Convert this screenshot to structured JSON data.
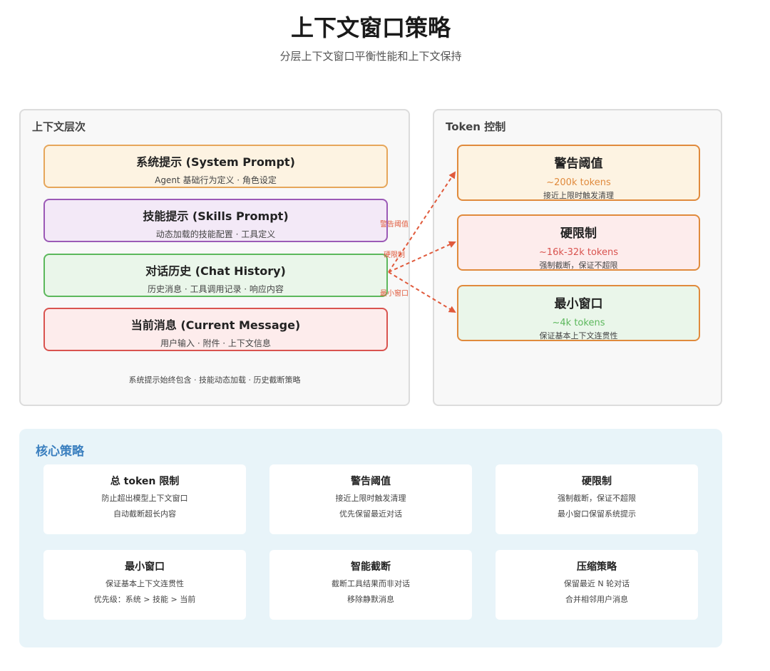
{
  "header": {
    "title": "上下文窗口策略",
    "subtitle": "分层上下文窗口平衡性能和上下文保持"
  },
  "left_panel": {
    "title": "上下文层次",
    "layers": [
      {
        "title": "系统提示 (System Prompt)",
        "desc": "Agent 基础行为定义 · 角色设定"
      },
      {
        "title": "技能提示 (Skills Prompt)",
        "desc": "动态加载的技能配置 · 工具定义"
      },
      {
        "title": "对话历史 (Chat History)",
        "desc": "历史消息 · 工具调用记录 · 响应内容"
      },
      {
        "title": "当前消息 (Current Message)",
        "desc": "用户输入 · 附件 · 上下文信息"
      }
    ],
    "note": "系统提示始终包含 · 技能动态加载 · 历史截断策略"
  },
  "right_panel": {
    "title": "Token 控制",
    "boxes": [
      {
        "title": "警告阈值",
        "value": "~200k tokens",
        "desc": "接近上限时触发清理"
      },
      {
        "title": "硬限制",
        "value": "~16k-32k tokens",
        "desc": "强制截断，保证不超限"
      },
      {
        "title": "最小窗口",
        "value": "~4k tokens",
        "desc": "保证基本上下文连贯性"
      }
    ]
  },
  "arrows": {
    "labels": [
      "警告阈值",
      "硬限制",
      "最小窗口"
    ],
    "color": "#e05a3c"
  },
  "strategy": {
    "title": "核心策略",
    "cards": [
      {
        "title": "总 token 限制",
        "line1": "防止超出模型上下文窗口",
        "line2": "自动截断超长内容"
      },
      {
        "title": "警告阈值",
        "line1": "接近上限时触发清理",
        "line2": "优先保留最近对话"
      },
      {
        "title": "硬限制",
        "line1": "强制截断，保证不超限",
        "line2": "最小窗口保留系统提示"
      },
      {
        "title": "最小窗口",
        "line1": "保证基本上下文连贯性",
        "line2": "优先级：系统 > 技能 > 当前"
      },
      {
        "title": "智能截断",
        "line1": "截断工具结果而非对话",
        "line2": "移除静默消息"
      },
      {
        "title": "压缩策略",
        "line1": "保留最近 N 轮对话",
        "line2": "合并相邻用户消息"
      }
    ]
  }
}
